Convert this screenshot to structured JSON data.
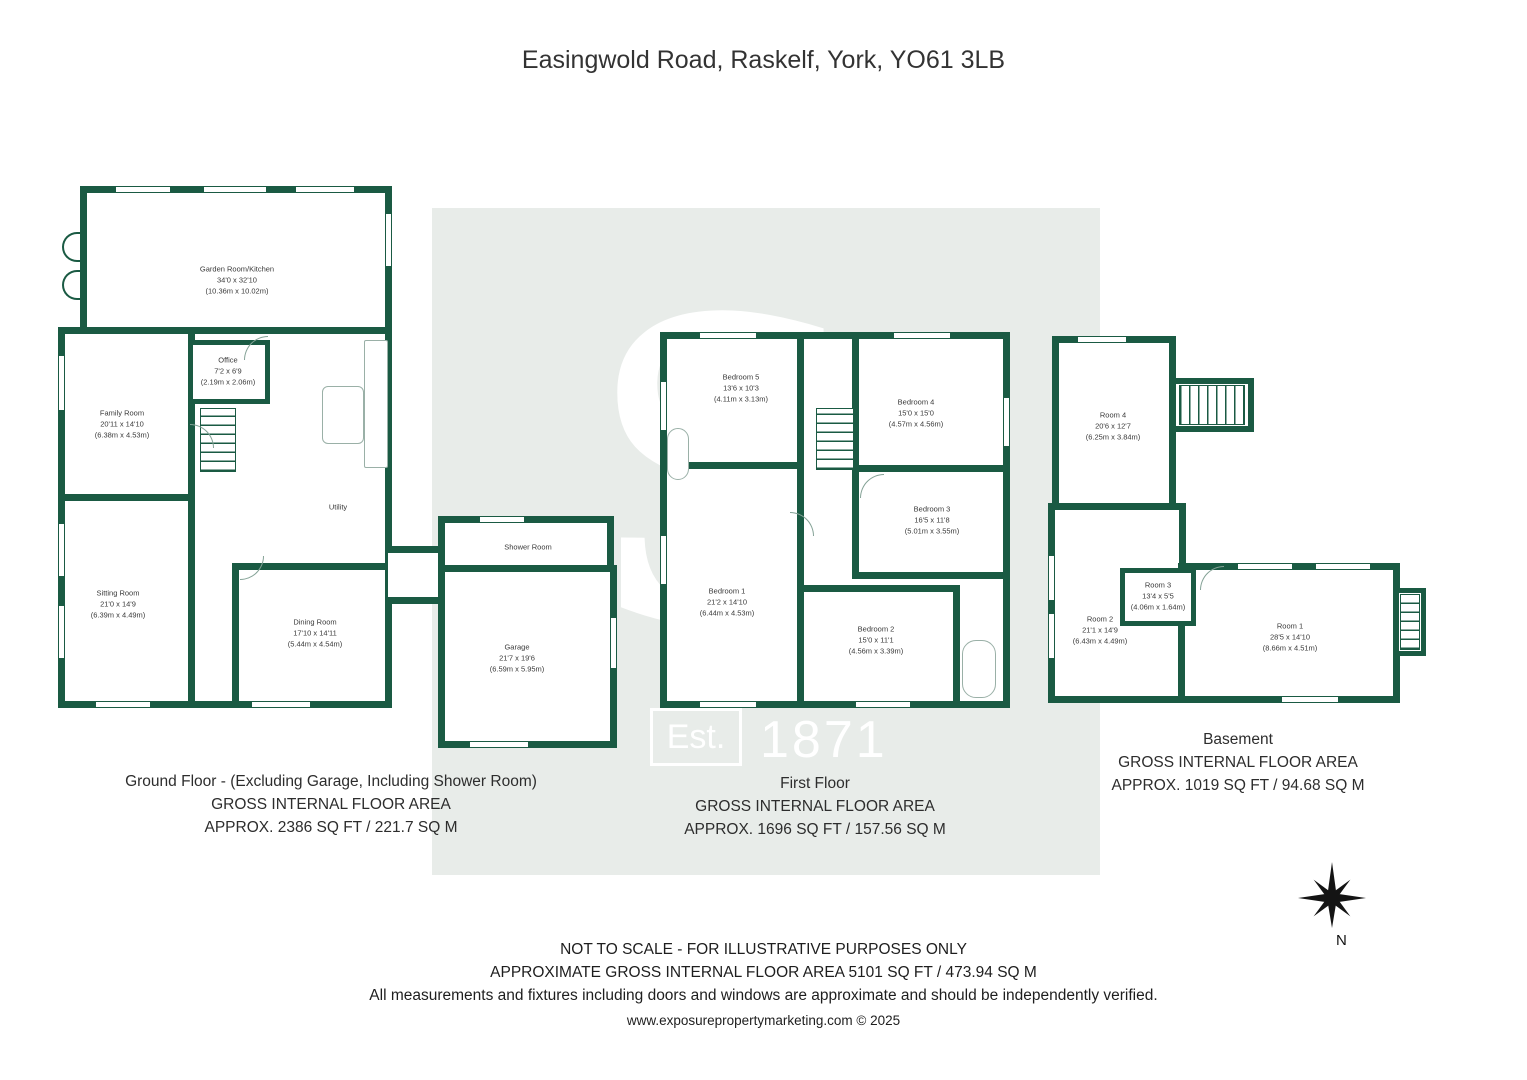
{
  "title": "Easingwold Road, Raskelf, York, YO61 3LB",
  "colors": {
    "wall": "#1a5a43",
    "watermark_bg": "#e8ece9"
  },
  "watermark": {
    "letter": "S",
    "est_label": "Est.",
    "year": "1871"
  },
  "compass": {
    "north_label": "N"
  },
  "floors": [
    {
      "id": "ground-floor",
      "caption": [
        "Ground Floor - (Excluding Garage, Including Shower Room)",
        "GROSS INTERNAL FLOOR AREA",
        "APPROX. 2386 SQ FT / 221.7 SQ M"
      ],
      "rooms": [
        {
          "label": "Garden Room/Kitchen",
          "dims": "34'0 x 32'10",
          "metric": "(10.36m x 10.02m)"
        },
        {
          "label": "Office",
          "dims": "7'2 x 6'9",
          "metric": "(2.19m x 2.06m)"
        },
        {
          "label": "Family Room",
          "dims": "20'11 x 14'10",
          "metric": "(6.38m x 4.53m)"
        },
        {
          "label": "Utility",
          "dims": "",
          "metric": ""
        },
        {
          "label": "Sitting Room",
          "dims": "21'0 x 14'9",
          "metric": "(6.39m x 4.49m)"
        },
        {
          "label": "Dining Room",
          "dims": "17'10 x 14'11",
          "metric": "(5.44m x 4.54m)"
        },
        {
          "label": "Shower Room",
          "dims": "",
          "metric": ""
        },
        {
          "label": "Garage",
          "dims": "21'7 x 19'6",
          "metric": "(6.59m x 5.95m)"
        }
      ]
    },
    {
      "id": "first-floor",
      "caption": [
        "First Floor",
        "GROSS INTERNAL FLOOR AREA",
        "APPROX. 1696 SQ FT / 157.56 SQ M"
      ],
      "rooms": [
        {
          "label": "Bedroom 5",
          "dims": "13'6 x 10'3",
          "metric": "(4.11m x 3.13m)"
        },
        {
          "label": "Bedroom 4",
          "dims": "15'0 x 15'0",
          "metric": "(4.57m x 4.56m)"
        },
        {
          "label": "Bedroom 3",
          "dims": "16'5 x 11'8",
          "metric": "(5.01m x 3.55m)"
        },
        {
          "label": "Bedroom 1",
          "dims": "21'2 x 14'10",
          "metric": "(6.44m x 4.53m)"
        },
        {
          "label": "Bedroom 2",
          "dims": "15'0 x 11'1",
          "metric": "(4.56m x 3.39m)"
        }
      ]
    },
    {
      "id": "basement",
      "caption": [
        "Basement",
        "GROSS INTERNAL FLOOR AREA",
        "APPROX. 1019 SQ FT / 94.68 SQ M"
      ],
      "rooms": [
        {
          "label": "Room 4",
          "dims": "20'6 x 12'7",
          "metric": "(6.25m x 3.84m)"
        },
        {
          "label": "Room 3",
          "dims": "13'4 x 5'5",
          "metric": "(4.06m x 1.64m)"
        },
        {
          "label": "Room 2",
          "dims": "21'1 x 14'9",
          "metric": "(6.43m x 4.49m)"
        },
        {
          "label": "Room 1",
          "dims": "28'5 x 14'10",
          "metric": "(8.66m x 4.51m)"
        }
      ]
    }
  ],
  "footer": {
    "lines": [
      "NOT TO SCALE - FOR ILLUSTRATIVE PURPOSES ONLY",
      "APPROXIMATE GROSS INTERNAL FLOOR AREA 5101 SQ FT / 473.94 SQ M",
      "All measurements and fixtures including doors and windows are approximate and should be independently verified.",
      "www.exposurepropertymarketing.com © 2025"
    ]
  }
}
